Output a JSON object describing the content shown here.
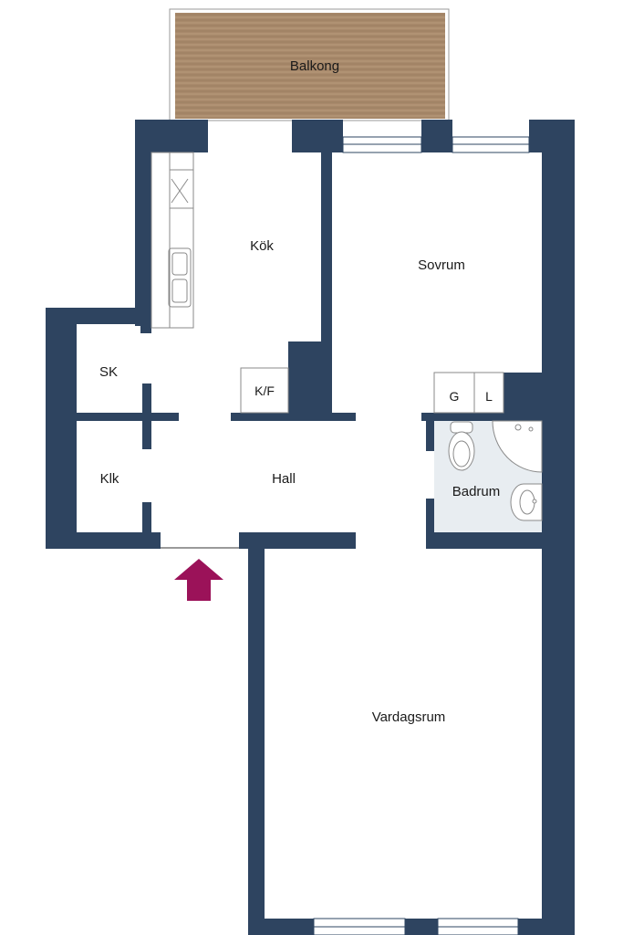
{
  "rooms": {
    "balcony": "Balkong",
    "kitchen": "Kök",
    "bedroom": "Sovrum",
    "closet_sk": "SK",
    "fridge_freezer": "K/F",
    "closet_g": "G",
    "closet_l": "L",
    "walk_in_closet": "Klk",
    "hall": "Hall",
    "bathroom": "Badrum",
    "living_room": "Vardagsrum"
  },
  "colors": {
    "wall": "#2e4460",
    "bathroom_floor": "#e8edf1",
    "balcony_wood": "#a8896b",
    "entrance_arrow": "#9b1259",
    "fixture_line": "#8a8a8a"
  },
  "icons": {
    "entrance": "entrance-arrow-icon",
    "sink": "kitchen-sink-icon",
    "toilet": "toilet-icon",
    "washbasin": "washbasin-icon",
    "shower": "shower-icon"
  }
}
